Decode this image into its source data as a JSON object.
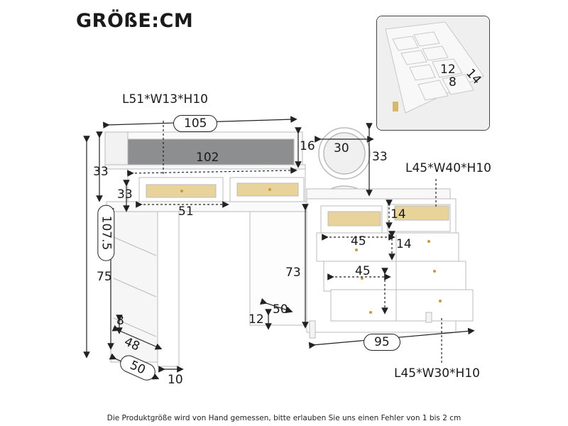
{
  "title": "GRÖßE:CM",
  "labels": {
    "top_drawer": "L51*W13*H10",
    "middle_drawer": "L45*W40*H10",
    "bottom_drawer": "L45*W30*H10"
  },
  "dimensions": {
    "width_top": "105",
    "shelf_inner": "102",
    "hutch_height": "16",
    "mirror_width": "30",
    "mirror_height": "33",
    "hutch_total": "33",
    "drawer_height": "33",
    "top_drawer_len": "51",
    "total_height": "107.5",
    "desk_height": "75",
    "shelf_gap": "8",
    "shelf_depth": "48",
    "desk_depth": "50",
    "leg_width": "10",
    "cabinet_height": "73",
    "cabinet_depth": "50",
    "leg_height": "12",
    "cabinet_width": "95",
    "mid_drawer_h": "14",
    "mid_drawer_h2": "14",
    "drawer_len_a": "45",
    "drawer_len_b": "45",
    "tray_w": "12",
    "tray_d": "14",
    "tray_h": "8"
  },
  "footer_note": "Die Produktgröße wird von Hand gemessen, bitte erlauben Sie uns einen Fehler von 1 bis 2 cm"
}
